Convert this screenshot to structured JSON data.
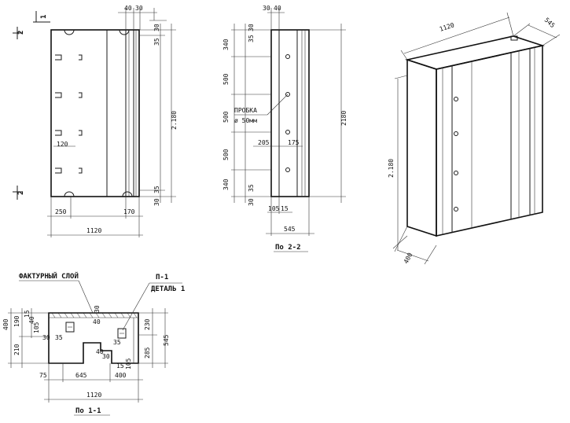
{
  "front": {
    "section_mark_top": "1",
    "section_mark_left_top": "2",
    "section_mark_left_bottom": "2",
    "top_dims": [
      "40",
      "30"
    ],
    "right_dims": [
      "30",
      "35",
      "2.180",
      "35",
      "30"
    ],
    "bottom_dims": [
      "250",
      "170"
    ],
    "overall_width": "1120",
    "inner_dim": "120"
  },
  "side": {
    "top_dims": [
      "30",
      "40"
    ],
    "left_dims": [
      "340",
      "35",
      "30",
      "500",
      "500",
      "500",
      "340",
      "35",
      "30"
    ],
    "right_dim": "2180",
    "plug_label": "ПРОБКА",
    "plug_size": "ø 50мм",
    "mid_dims": [
      "205",
      "175"
    ],
    "bottom_dims": [
      "105",
      "15"
    ],
    "overall_width": "545",
    "caption": "По 2-2"
  },
  "plan": {
    "finish_layer_label": "ФАКТУРНЫЙ СЛОЙ",
    "part_label": "П-1",
    "detail_label": "ДЕТАЛЬ 1",
    "left_dims": [
      "400",
      "190",
      "210"
    ],
    "left_small_dims": [
      "15",
      "40",
      "105"
    ],
    "right_dims": [
      "230",
      "285",
      "545"
    ],
    "inner_dims": [
      "30",
      "35",
      "30",
      "40",
      "40",
      "35",
      "30",
      "15",
      "105"
    ],
    "bottom_dims": [
      "75",
      "645",
      "400"
    ],
    "overall_width": "1120",
    "caption": "По 1-1"
  },
  "iso": {
    "top_dims": [
      "1120",
      "545"
    ],
    "height_dim": "2.180",
    "depth_dim": "400"
  }
}
